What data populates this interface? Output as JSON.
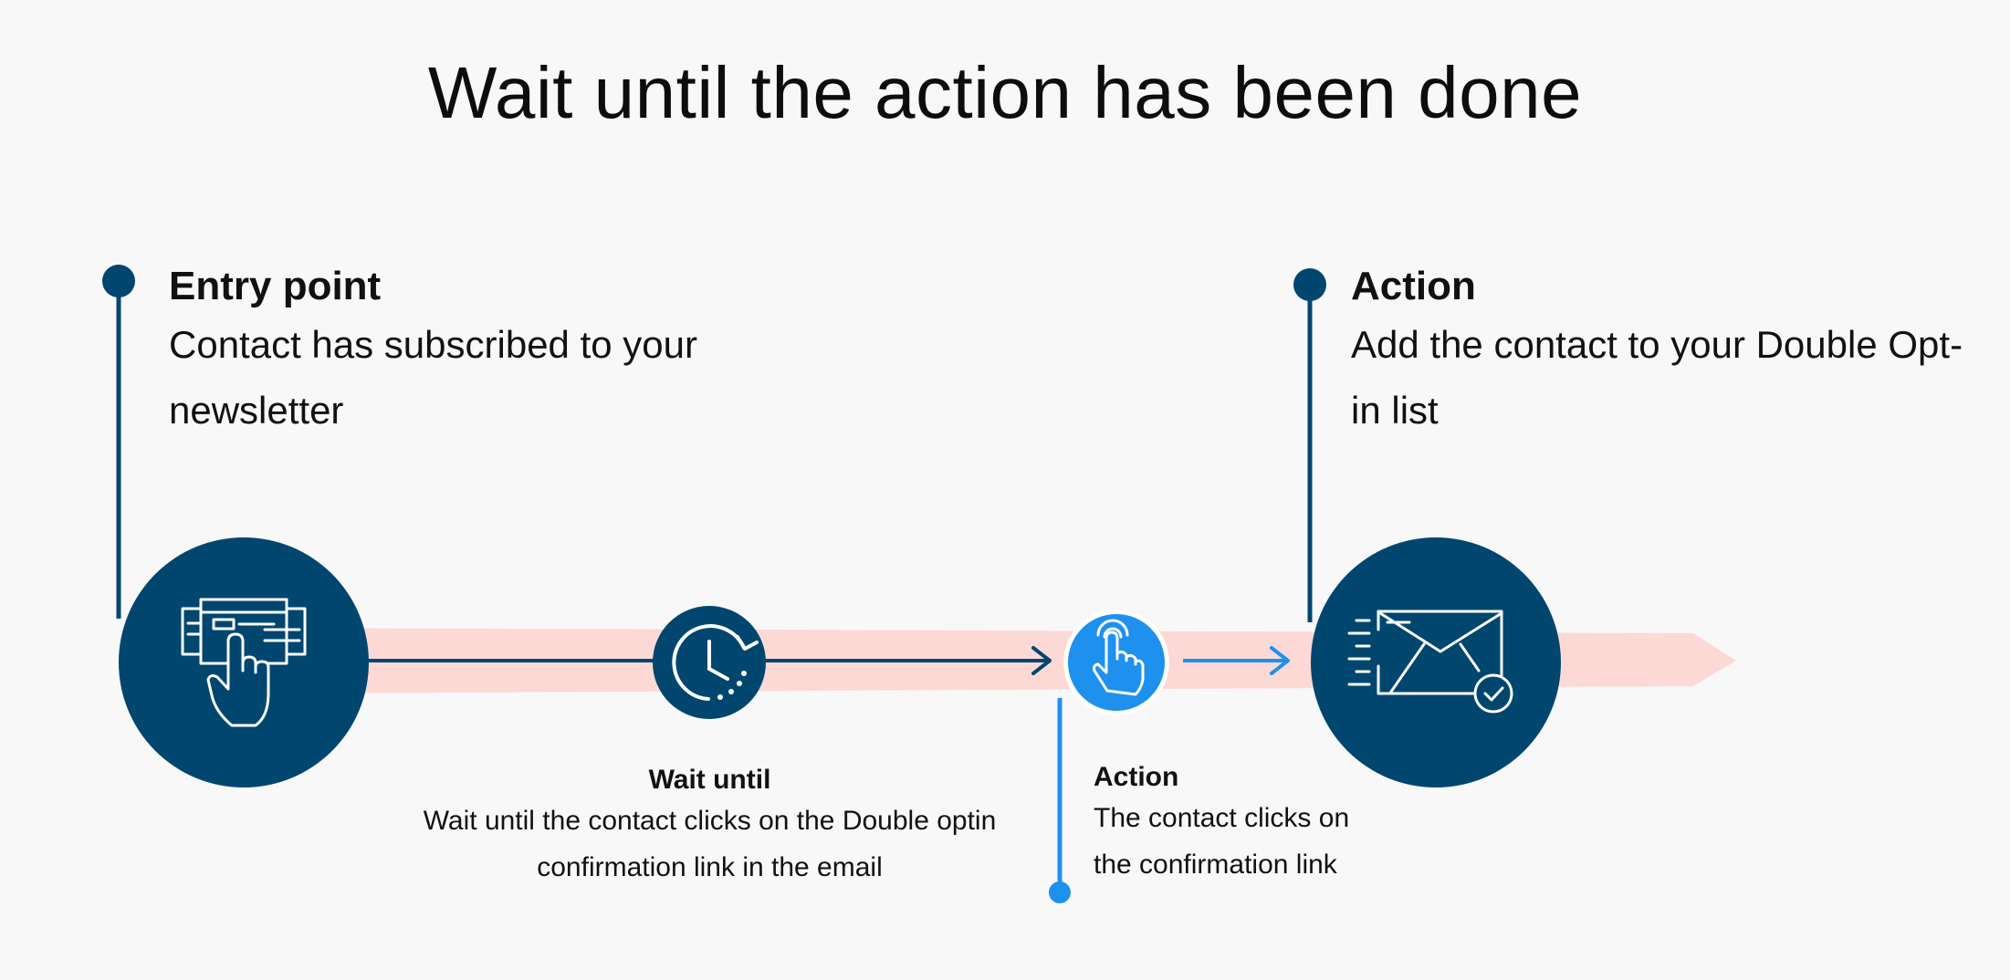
{
  "title": "Wait until the action has been done",
  "steps": {
    "entry": {
      "heading": "Entry point",
      "description": "Contact has subscribed to your newsletter",
      "icon": "form-click-icon"
    },
    "wait": {
      "heading": "Wait until",
      "description": "Wait until the contact clicks on the Double optin confirmation link in the email",
      "icon": "clock-icon"
    },
    "action_click": {
      "heading": "Action",
      "description": "The contact clicks on the confirmation link",
      "icon": "hand-pointer-icon"
    },
    "action_add": {
      "heading": "Action",
      "description": "Add the contact to your Double Opt-in list",
      "icon": "email-check-icon"
    }
  },
  "colors": {
    "navy": "#00466f",
    "blue": "#1e90ee",
    "track": "#fcd9d5",
    "background": "#f8f8f9"
  }
}
